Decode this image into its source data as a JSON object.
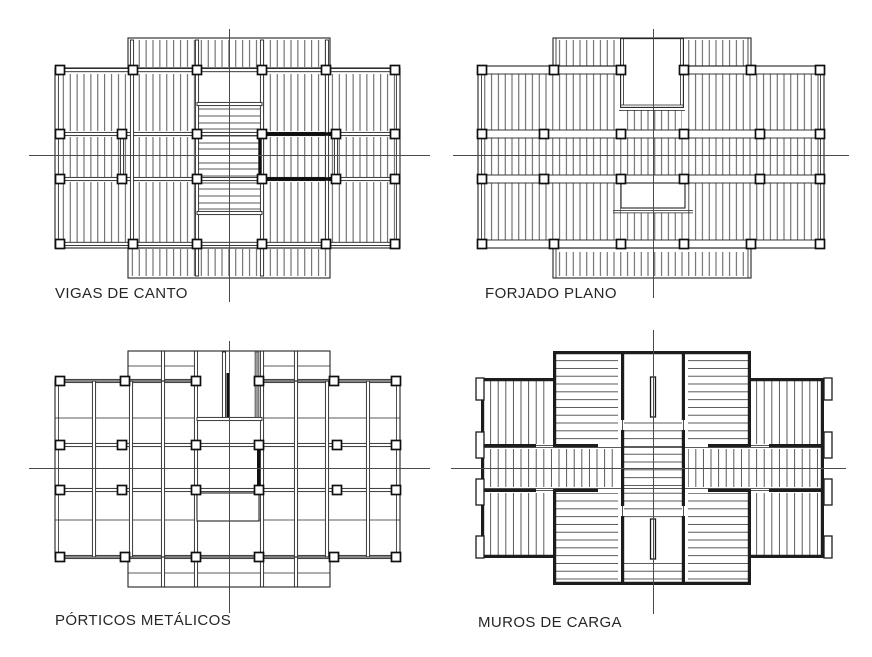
{
  "theme": {
    "background": "#ffffff",
    "ink": "#242424",
    "ink_strong": "#0f0f0f",
    "axis_color": "#4a4a4a",
    "hatch_color": "#3c3c3c",
    "label_color": "#262626",
    "steel_fill": "#9a9a9a"
  },
  "figure": {
    "type": "structural-floor-plan-comparison",
    "panel_count": 4
  },
  "panels": [
    {
      "label": "VIGAS DE CANTO"
    },
    {
      "label": "FORJADO PLANO"
    },
    {
      "label": "PÓRTICOS METÁLICOS"
    },
    {
      "label": "MUROS DE CARGA"
    }
  ]
}
